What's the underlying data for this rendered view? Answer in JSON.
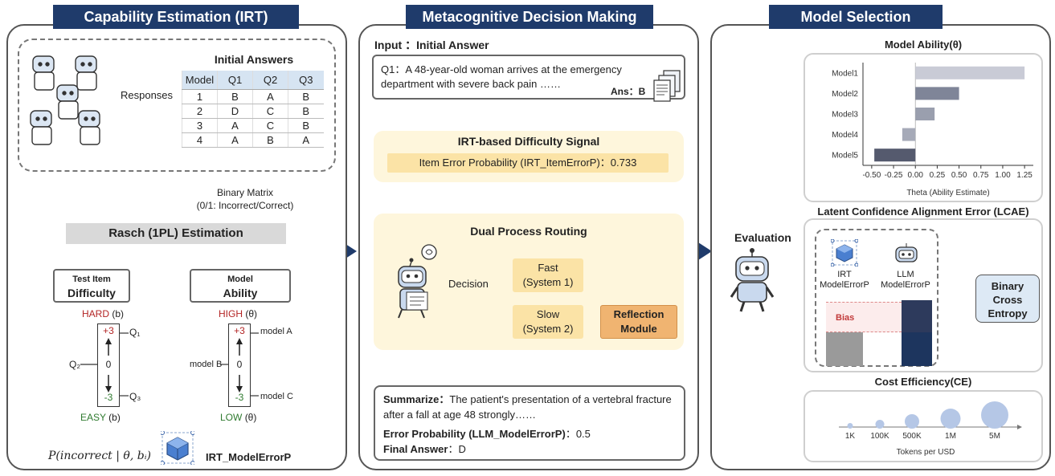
{
  "panels": {
    "left_title": "Capability Estimation (IRT)",
    "middle_title": "Metacognitive Decision Making",
    "right_title": "Model Selection"
  },
  "left": {
    "responses_label": "Responses",
    "initial_answers_title": "Initial Answers",
    "table": {
      "headers": [
        "Model",
        "Q1",
        "Q2",
        "Q3"
      ],
      "rows": [
        [
          "1",
          "B",
          "A",
          "B"
        ],
        [
          "2",
          "D",
          "C",
          "B"
        ],
        [
          "3",
          "A",
          "C",
          "B"
        ],
        [
          "4",
          "A",
          "B",
          "A"
        ]
      ]
    },
    "binary_matrix_line1": "Binary Matrix",
    "binary_matrix_line2": "(0/1: Incorrect/Correct)",
    "rasch_title": "Rasch (1PL) Estimation",
    "difficulty_line1": "Test Item",
    "difficulty_line2": "Difficulty",
    "ability_line1": "Model",
    "ability_line2": "Ability",
    "hard_label": "HARD",
    "hard_suffix": "(b)",
    "easy_label": "EASY",
    "easy_suffix": "(b)",
    "high_label": "HIGH",
    "high_suffix": "(θ)",
    "low_label": "LOW",
    "low_suffix": "(θ)",
    "plus3": "+3",
    "zero": "0",
    "minus3": "-3",
    "q1": "Q₁",
    "q2": "Q₂",
    "q3": "Q₃",
    "model_a": "model A",
    "model_b": "model B",
    "model_c": "model C",
    "formula": "P(incorrect | θ, bᵢ)",
    "irt_label": "IRT_ModelErrorP"
  },
  "middle": {
    "input_label": "Input ：Initial Answer",
    "question_text": "Q1：A 48-year-old woman arrives at the emergency department with severe back pain ……",
    "ans_label": "Ans：B",
    "difficulty_title": "IRT-based Difficulty Signal",
    "difficulty_value": "Item Error Probability (IRT_ItemErrorP)：0.733",
    "dual_title": "Dual Process Routing",
    "decision_label": "Decision",
    "fast_line1": "Fast",
    "fast_line2": "(System 1)",
    "slow_line1": "Slow",
    "slow_line2": "(System 2)",
    "reflection_line1": "Reflection",
    "reflection_line2": "Module",
    "summarize_label": "Summarize：",
    "summarize_text": "The patient's presentation of a vertebral fracture after a fall at age 48 strongly……",
    "error_label": "Error Probability (LLM_ModelErrorP)",
    "error_value": "：0.5",
    "final_label": "Final Answer",
    "final_value": "：D"
  },
  "right": {
    "evaluation_label": "Evaluation",
    "ability_title": "Model Ability(θ)",
    "lcae_title": "Latent Confidence Alignment Error (LCAE)",
    "irt_line1": "IRT",
    "irt_line2": "ModelErrorP",
    "llm_line1": "LLM",
    "llm_line2": "ModelErrorP",
    "bias_label": "Bias",
    "bce_line1": "Binary",
    "bce_line2": "Cross",
    "bce_line3": "Entropy",
    "ce_title": "Cost Efficiency(CE)",
    "ce_xlabel": "Tokens per USD"
  },
  "chart_data": [
    {
      "type": "bar",
      "orientation": "horizontal",
      "title": "Model Ability(θ)",
      "categories": [
        "Model1",
        "Model2",
        "Model3",
        "Model4",
        "Model5"
      ],
      "values": [
        1.25,
        0.5,
        0.22,
        -0.15,
        -0.47
      ],
      "xlabel": "Theta (Ability Estimate)",
      "xlim": [
        -0.6,
        1.35
      ],
      "xticks": [
        "-0.50",
        "-0.25",
        "0.00",
        "0.25",
        "0.50",
        "0.75",
        "1.00",
        "1.25"
      ],
      "grid": false
    },
    {
      "type": "scatter",
      "title": "Cost Efficiency(CE)",
      "x": [
        "1K",
        "100K",
        "500K",
        "1M",
        "5M"
      ],
      "sizes": [
        1,
        2,
        3,
        4,
        5
      ],
      "xlabel": "Tokens per USD"
    }
  ],
  "colors": {
    "title_bg": "#1f3b6b",
    "hard": "#b32424",
    "easy": "#2f7a2f",
    "yellow": "#fdf0c8",
    "reflection": "#f0b471",
    "bce_bg": "#dde9f5",
    "bar_colors": [
      "#c9cbd6",
      "#7f8598",
      "#9a9fae",
      "#a6aab8",
      "#555a6e"
    ],
    "bubble": "#b5c7e6"
  }
}
